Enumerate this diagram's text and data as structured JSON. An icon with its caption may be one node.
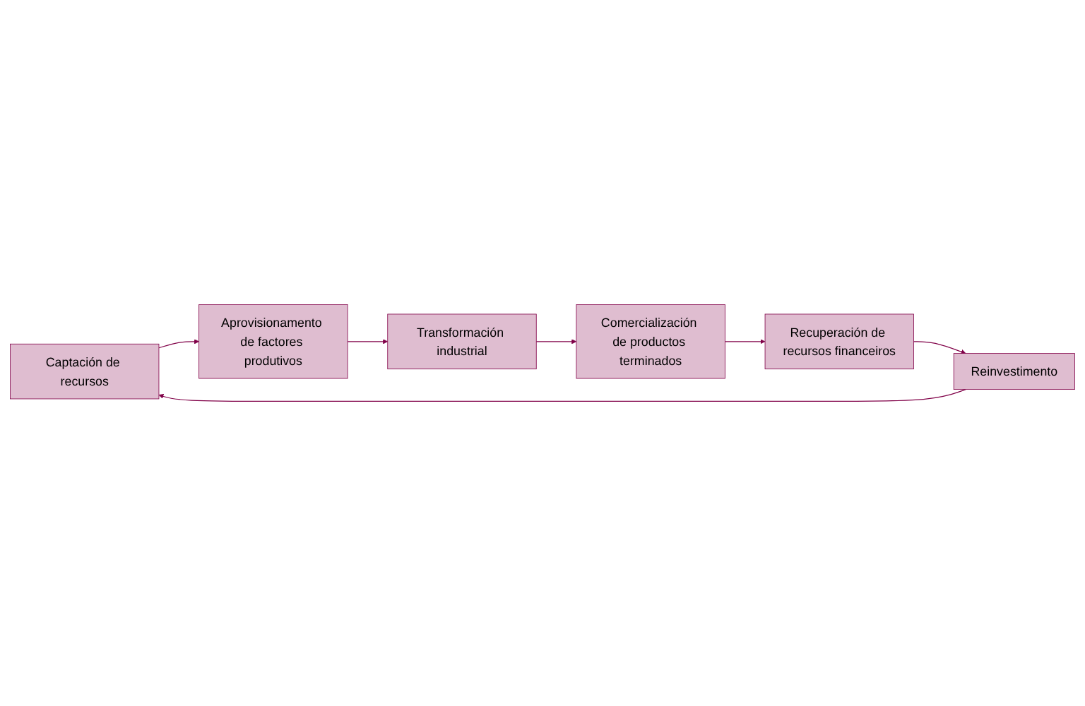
{
  "diagram": {
    "nodes": [
      {
        "text": [
          "Captación de recursos"
        ]
      },
      {
        "text": [
          "Aprovisionamento de factores produtivos"
        ]
      },
      {
        "text": [
          "Transformación industrial"
        ]
      },
      {
        "text": [
          "Comercialización de productos terminados"
        ]
      },
      {
        "text": [
          "Recuperación de recursos financeiros"
        ]
      },
      {
        "text": [
          "Reinvestimento"
        ]
      }
    ],
    "edges": [
      {
        "from": 0,
        "to": 1,
        "arrow": "to"
      },
      {
        "from": 1,
        "to": 2,
        "arrow": "to"
      },
      {
        "from": 2,
        "to": 3,
        "arrow": "to"
      },
      {
        "from": 3,
        "to": 4,
        "arrow": "to"
      },
      {
        "from": 4,
        "to": 5,
        "arrow": "to"
      },
      {
        "from": 5,
        "to": 0,
        "arrow": "to"
      }
    ]
  }
}
